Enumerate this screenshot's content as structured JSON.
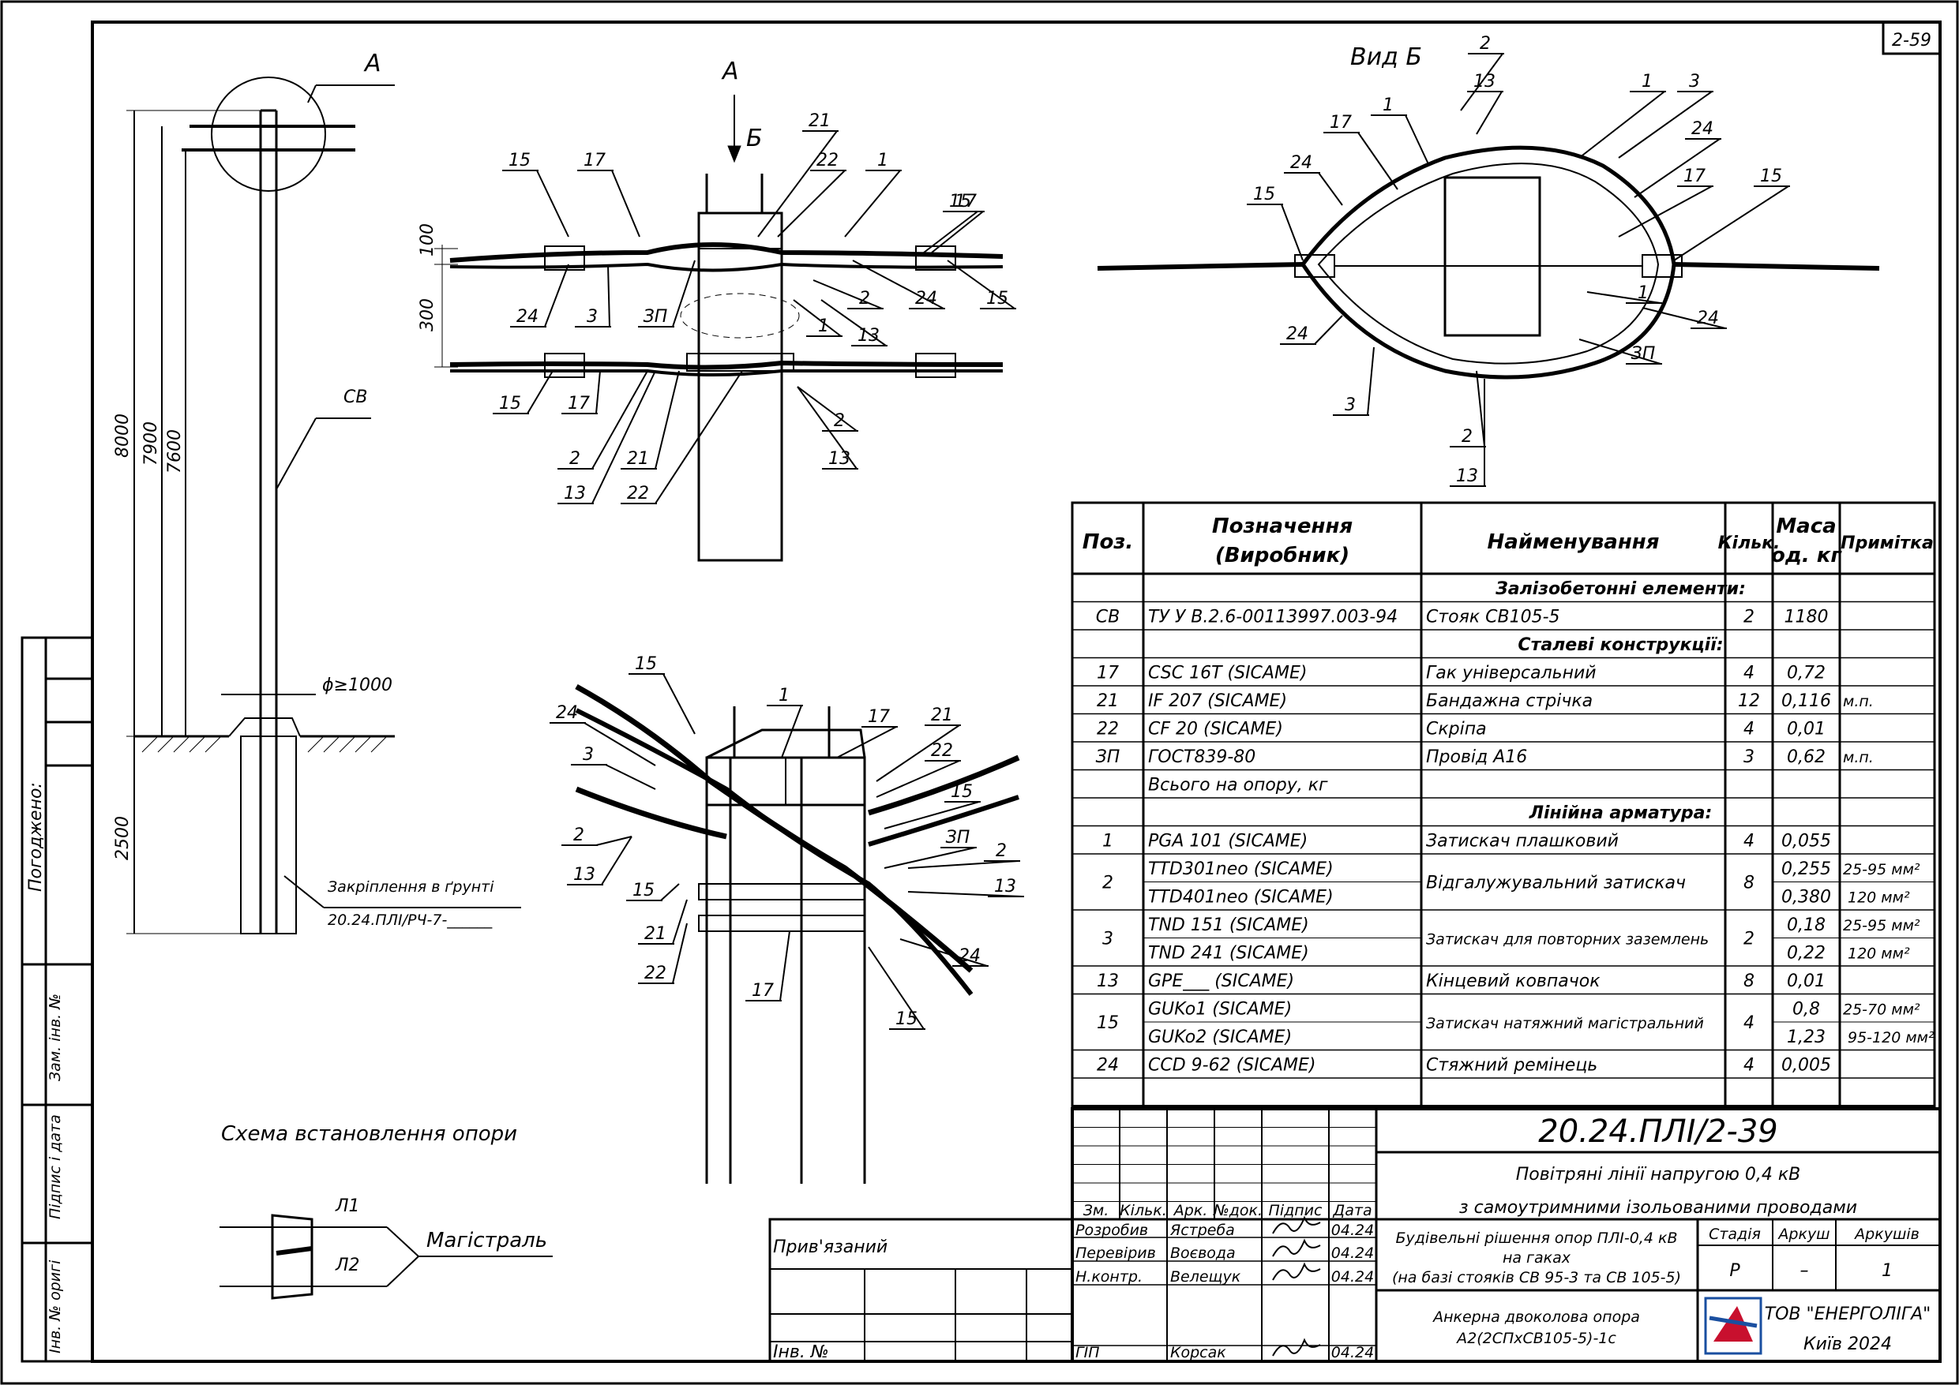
{
  "sheet_number": "2-59",
  "view_labels": {
    "a_main": "А",
    "a_detail": "А",
    "b_arrow": "Б",
    "view_b": "Вид Б"
  },
  "pole": {
    "dims": [
      "8000",
      "7900",
      "7600",
      "2500"
    ],
    "code": "СВ",
    "diameter": "ϕ≥1000",
    "ground_label": "Закріплення в ґрунті",
    "ground_code": "20.24.ПЛІ/РЧ-7-______"
  },
  "detail_dims": [
    "100",
    "300"
  ],
  "callouts": {
    "front": [
      "15",
      "17",
      "21",
      "22",
      "1",
      "17",
      "15",
      "24",
      "3",
      "ЗП",
      "2",
      "24",
      "15",
      "1",
      "13",
      "15",
      "17",
      "2",
      "21",
      "13",
      "22",
      "2",
      "13"
    ],
    "viewb": [
      "2",
      "13",
      "1",
      "3",
      "17",
      "1",
      "24",
      "15",
      "24",
      "17",
      "15",
      "1",
      "24",
      "ЗП",
      "24",
      "3",
      "2",
      "13"
    ],
    "iso": [
      "15",
      "1",
      "17",
      "21",
      "24",
      "22",
      "3",
      "15",
      "ЗП",
      "2",
      "13",
      "2",
      "13",
      "15",
      "21",
      "24",
      "22",
      "17",
      "15"
    ]
  },
  "scheme": {
    "title": "Схема встановлення опори",
    "l1": "Л1",
    "l2": "Л2",
    "trunk": "Магістраль"
  },
  "left_stamp": {
    "agreed": "Погоджено:",
    "inv_sub": "Зам. інв. №",
    "sign_date": "Підпис і дата",
    "inv_orig": "Інв. № оригі"
  },
  "spec": {
    "headers": {
      "pos": "Поз.",
      "designation": "Позначення (Виробник)",
      "name": "Найменування",
      "qty": "Кільк.",
      "mass": "Маса од. кг",
      "note": "Примітка"
    },
    "rows": [
      {
        "type": "section",
        "name": "Залізобетонні елементи:"
      },
      {
        "pos": "СВ",
        "des": "ТУ У В.2.6-00113997.003-94",
        "name": "Стояк СВ105-5",
        "qty": "2",
        "mass": "1180",
        "note": ""
      },
      {
        "type": "section",
        "name": "Сталеві конструкції:"
      },
      {
        "pos": "17",
        "des": "CSC 16T (SICAME)",
        "name": "Гак універсальний",
        "qty": "4",
        "mass": "0,72",
        "note": ""
      },
      {
        "pos": "21",
        "des": "IF 207 (SICAME)",
        "name": "Бандажна стрічка",
        "qty": "12",
        "mass": "0,116",
        "note": "м.п."
      },
      {
        "pos": "22",
        "des": "CF 20 (SICAME)",
        "name": "Скріпа",
        "qty": "4",
        "mass": "0,01",
        "note": ""
      },
      {
        "pos": "ЗП",
        "des": "ГОСТ839-80",
        "name": "Провід А16",
        "qty": "3",
        "mass": "0,62",
        "note": "м.п."
      },
      {
        "pos": "",
        "des": "Всього на опору, кг",
        "name": "",
        "qty": "",
        "mass": "",
        "note": ""
      },
      {
        "type": "section",
        "name": "Лінійна арматура:"
      },
      {
        "pos": "1",
        "des": "PGA 101 (SICAME)",
        "name": "Затискач плашковий",
        "qty": "4",
        "mass": "0,055",
        "note": ""
      },
      {
        "pos": "2",
        "des": "TTD301neo (SICAME)",
        "des2": "TTD401neo (SICAME)",
        "name": "Відгалужувальний затискач",
        "qty": "8",
        "mass": "0,255",
        "mass2": "0,380",
        "note": "25-95 мм²",
        "note2": "120 мм²"
      },
      {
        "pos": "3",
        "des": "TND 151 (SICAME)",
        "des2": "TND 241 (SICAME)",
        "name": "Затискач для повторних заземлень",
        "qty": "2",
        "mass": "0,18",
        "mass2": "0,22",
        "note": "25-95 мм²",
        "note2": "120 мм²"
      },
      {
        "pos": "13",
        "des": "GPE___ (SICAME)",
        "name": "Кінцевий ковпачок",
        "qty": "8",
        "mass": "0,01",
        "note": ""
      },
      {
        "pos": "15",
        "des": "GUKo1 (SICAME)",
        "des2": "GUKo2 (SICAME)",
        "name": "Затискач натяжний магістральний",
        "qty": "4",
        "mass": "0,8",
        "mass2": "1,23",
        "note": "25-70 мм²",
        "note2": "95-120 мм²"
      },
      {
        "pos": "24",
        "des": "CCD 9-62 (SICAME)",
        "name": "Стяжний ремінець",
        "qty": "4",
        "mass": "0,005",
        "note": ""
      }
    ]
  },
  "title_block": {
    "doc_code": "20.24.ПЛІ/2-39",
    "project_line1": "Повітряні лінії напругою 0,4 кВ",
    "project_line2": "з самоутримними ізольованими проводами",
    "section_line1": "Будівельні рішення опор ПЛІ-0,4 кВ",
    "section_line2": "на гаках",
    "section_line3": "(на базі стояків СВ 95-3 та СВ 105-5)",
    "drawing_line1": "Анкерна двоколова опора",
    "drawing_line2": "А2(2СПхСВ105-5)-1с",
    "col_heads": [
      "Зм.",
      "Кільк.",
      "Арк.",
      "№док.",
      "Підпис",
      "Дата"
    ],
    "roles": [
      {
        "role": "Розробив",
        "name": "Ястреба",
        "date": "04.24"
      },
      {
        "role": "Перевірив",
        "name": "Воєвода",
        "date": "04.24"
      },
      {
        "role": "Н.контр.",
        "name": "Велещук",
        "date": "04.24"
      },
      {
        "role": "ГІП",
        "name": "Корсак",
        "date": "04.24"
      }
    ],
    "stage_head": "Стадія",
    "sheet_head": "Аркуш",
    "sheets_head": "Аркушів",
    "stage": "Р",
    "sheet": "–",
    "sheets": "1",
    "company": "ТОВ \"ЕНЕРГОЛІГА\"",
    "city_year": "Київ 2024",
    "bound_label": "Прив'язаний",
    "inv_label": "Інв. №"
  }
}
